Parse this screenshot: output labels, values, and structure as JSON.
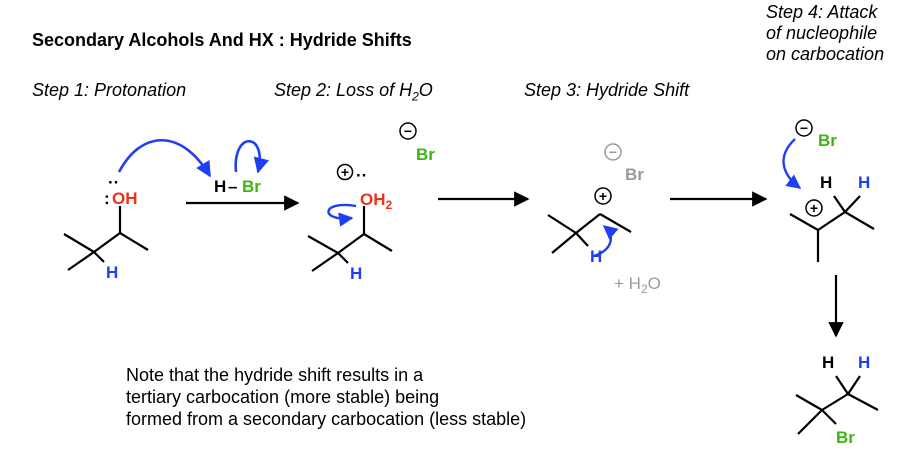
{
  "title": "Secondary Alcohols And HX : Hydride Shifts",
  "steps": {
    "step1": "Step 1: Protonation",
    "step2_prefix": "Step 2: Loss of H",
    "step2_sub": "2",
    "step2_suffix": "O",
    "step3": "Step 3: Hydride Shift",
    "step4_line1": "Step 4: Attack",
    "step4_line2": "of nucleophile",
    "step4_line3": "on carbocation"
  },
  "labels": {
    "oh": "OH",
    "oh2": "OH",
    "oh2_sub": "2",
    "lone_pair": ":",
    "h": "H",
    "h_br_h": "H",
    "h_br_dash": "–",
    "br": "Br",
    "plus_h2o_prefix": "+ H",
    "plus_h2o_sub": "2",
    "plus_h2o_suffix": "O",
    "minus": "−",
    "plus": "+"
  },
  "note": {
    "line1": "Note that the hydride shift results in a",
    "line2": "tertiary carbocation (more stable) being",
    "line3": "formed from a secondary carbocation (less stable)"
  },
  "colors": {
    "red": "#e8341c",
    "green": "#3db515",
    "blue": "#1f3ff2",
    "gray": "#9a9a9a",
    "black": "#000000"
  }
}
